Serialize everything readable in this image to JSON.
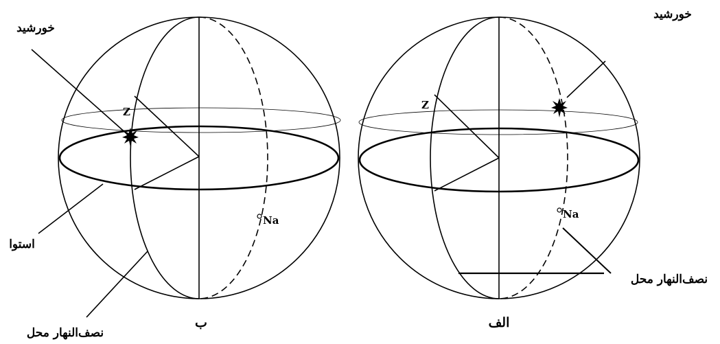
{
  "diagrams": [
    {
      "caption": "ب",
      "labels": {
        "sun": "خورشید",
        "zenith": "Z",
        "nadir": "Na",
        "equator": "استوا",
        "meridian": "نصف‌النهار محل"
      }
    },
    {
      "caption": "الف",
      "labels": {
        "sun": "خورشید",
        "zenith": "Z",
        "nadir": "Na",
        "meridian": "نصف‌النهار محل"
      }
    }
  ]
}
